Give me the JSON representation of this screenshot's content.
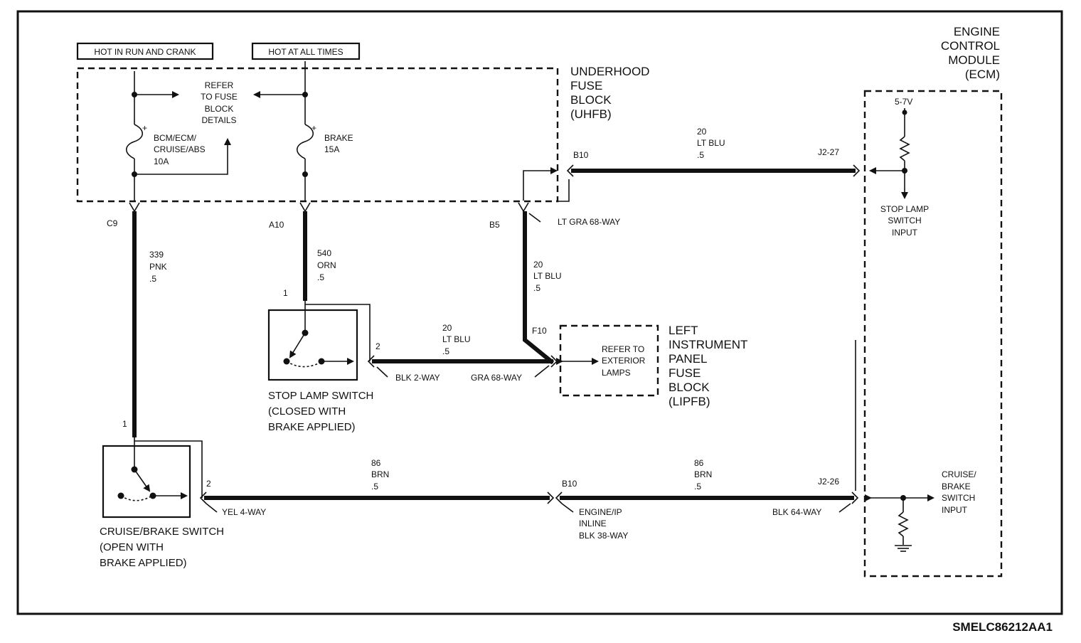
{
  "diagram_id": "SMELC86212AA1",
  "power_labels": {
    "hot_run_crank": "HOT IN RUN AND CRANK",
    "hot_all_times": "HOT AT ALL TIMES"
  },
  "uhfb": {
    "title": [
      "UNDERHOOD",
      "FUSE",
      "BLOCK",
      "(UHFB)"
    ],
    "refer": [
      "REFER",
      "TO FUSE",
      "BLOCK",
      "DETAILS"
    ],
    "fuse_left": [
      "BCM/ECM/",
      "CRUISE/ABS",
      "10A"
    ],
    "fuse_right": [
      "BRAKE",
      "15A"
    ]
  },
  "ecm": {
    "title": [
      "ENGINE",
      "CONTROL",
      "MODULE",
      "(ECM)"
    ],
    "voltage": "5-7V",
    "stop_input": [
      "STOP LAMP",
      "SWITCH",
      "INPUT"
    ],
    "cruise_input": [
      "CRUISE/",
      "BRAKE",
      "SWITCH",
      "INPUT"
    ]
  },
  "lipfb": {
    "title": [
      "LEFT",
      "INSTRUMENT",
      "PANEL",
      "FUSE",
      "BLOCK",
      "(LIPFB)"
    ],
    "refer": [
      "REFER TO",
      "EXTERIOR",
      "LAMPS"
    ]
  },
  "stop_switch": {
    "title": [
      "STOP LAMP SWITCH",
      "(CLOSED WITH",
      "BRAKE APPLIED)"
    ],
    "pin1": "1",
    "pin2": "2",
    "connector": "BLK 2-WAY"
  },
  "cruise_switch": {
    "title": [
      "CRUISE/BRAKE SWITCH",
      "(OPEN WITH",
      "BRAKE APPLIED)"
    ],
    "pin1": "1",
    "pin2": "2",
    "connector": "YEL 4-WAY"
  },
  "pins": {
    "c9": "C9",
    "a10": "A10",
    "b5": "B5",
    "b10_top": "B10",
    "j2_27": "J2-27",
    "f10": "F10",
    "b10_bottom": "B10",
    "j2_26": "J2-26"
  },
  "connectors": {
    "lt_gra": "LT GRA 68-WAY",
    "gra68": "GRA 68-WAY",
    "engine_ip": [
      "ENGINE/IP",
      "INLINE",
      "BLK 38-WAY"
    ],
    "blk64": "BLK 64-WAY"
  },
  "wires": {
    "w339": [
      "339",
      "PNK",
      ".5"
    ],
    "w540": [
      "540",
      "ORN",
      ".5"
    ],
    "w20_vert": [
      "20",
      "LT BLU",
      ".5"
    ],
    "w20_top": [
      "20",
      "LT BLU",
      ".5"
    ],
    "w20_mid": [
      "20",
      "LT BLU",
      ".5"
    ],
    "w86_left": [
      "86",
      "BRN",
      ".5"
    ],
    "w86_right": [
      "86",
      "BRN",
      ".5"
    ]
  }
}
